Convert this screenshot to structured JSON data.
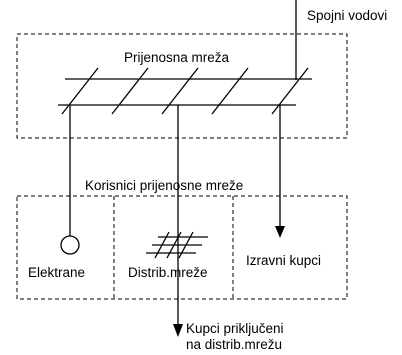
{
  "diagram": {
    "labels": {
      "connection_lines": "Spojni vodovi",
      "transmission_network": "Prijenosna mreža",
      "network_users": "Korisnici prijenosne mreže",
      "power_plants": "Elektrane",
      "distribution_networks": "Distrib.mreže",
      "direct_customers": "Izravni kupci",
      "connected_customers_line1": "Kupci priključeni",
      "connected_customers_line2": "na distrib.mrežu"
    }
  }
}
